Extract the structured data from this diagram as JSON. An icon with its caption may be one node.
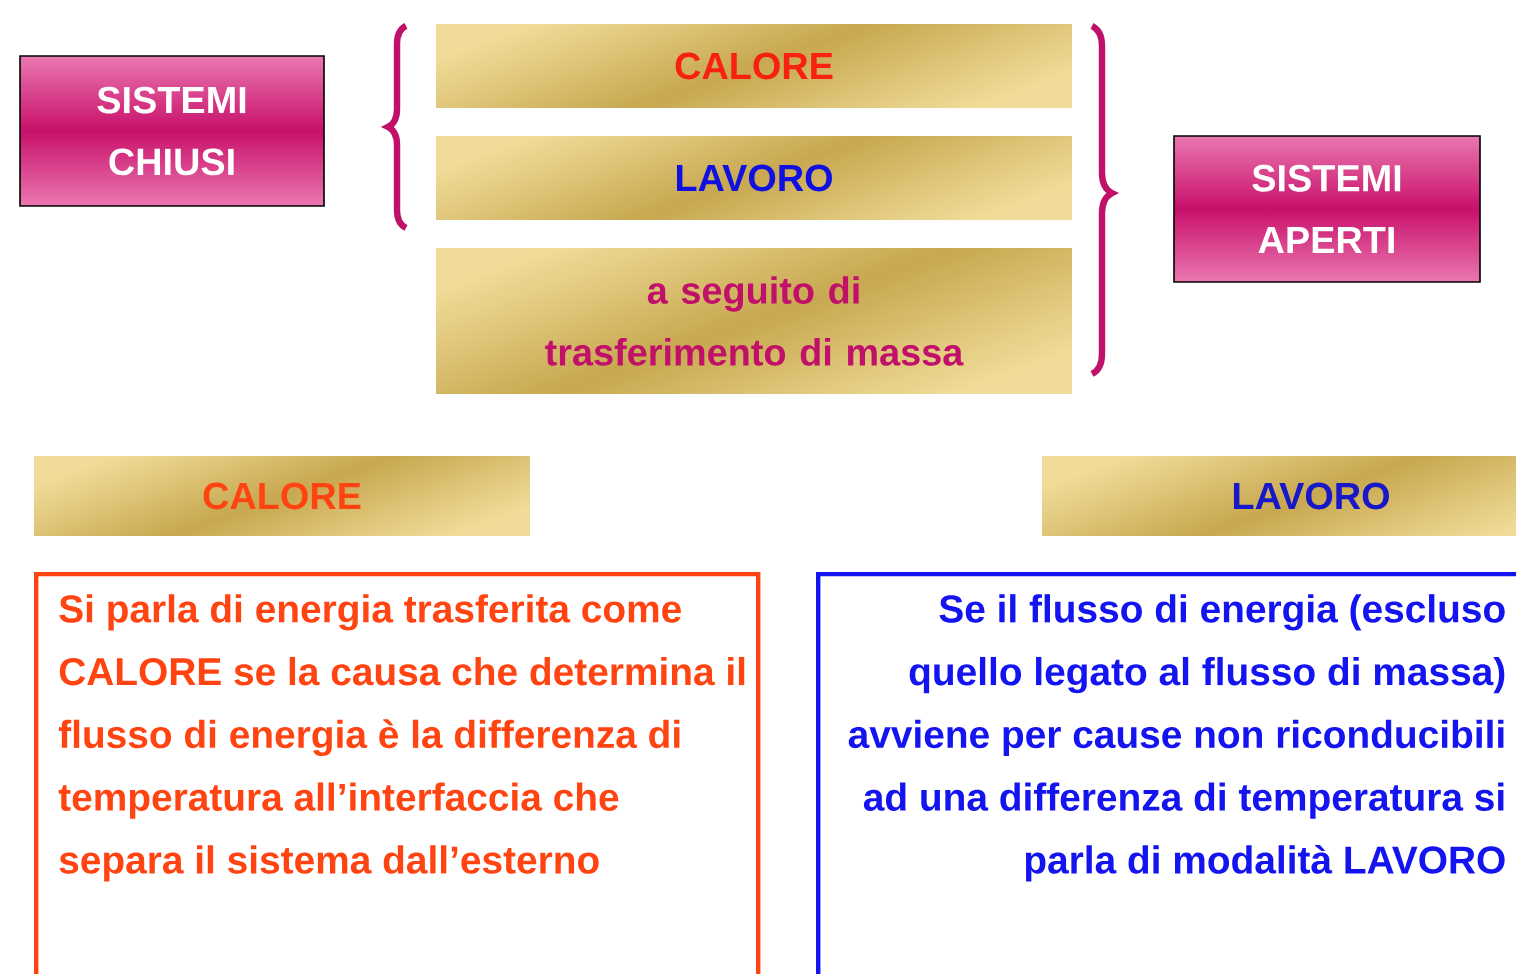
{
  "diagram": {
    "nodes": [
      {
        "text": [
          "SISTEMI CHIUSI"
        ]
      },
      {
        "text": [
          "CALORE"
        ]
      },
      {
        "text": [
          "LAVORO"
        ]
      },
      {
        "text": [
          "a seguito di trasferimento di massa"
        ]
      },
      {
        "text": [
          "SISTEMI APERTI"
        ]
      },
      {
        "text": [
          "CALORE"
        ]
      },
      {
        "text": [
          "LAVORO"
        ]
      },
      {
        "text": [
          "Si parla di energia trasferita come CALORE se la causa che determina il flusso di energia è la differenza di temperatura all’interfaccia che separa il sistema dall’esterno"
        ]
      },
      {
        "text": [
          "Se il flusso di energia (escluso quello legato al flusso di massa) avviene per cause non riconducibili ad una differenza di temperatura si parla di modalità LAVORO"
        ]
      }
    ],
    "edges": []
  }
}
